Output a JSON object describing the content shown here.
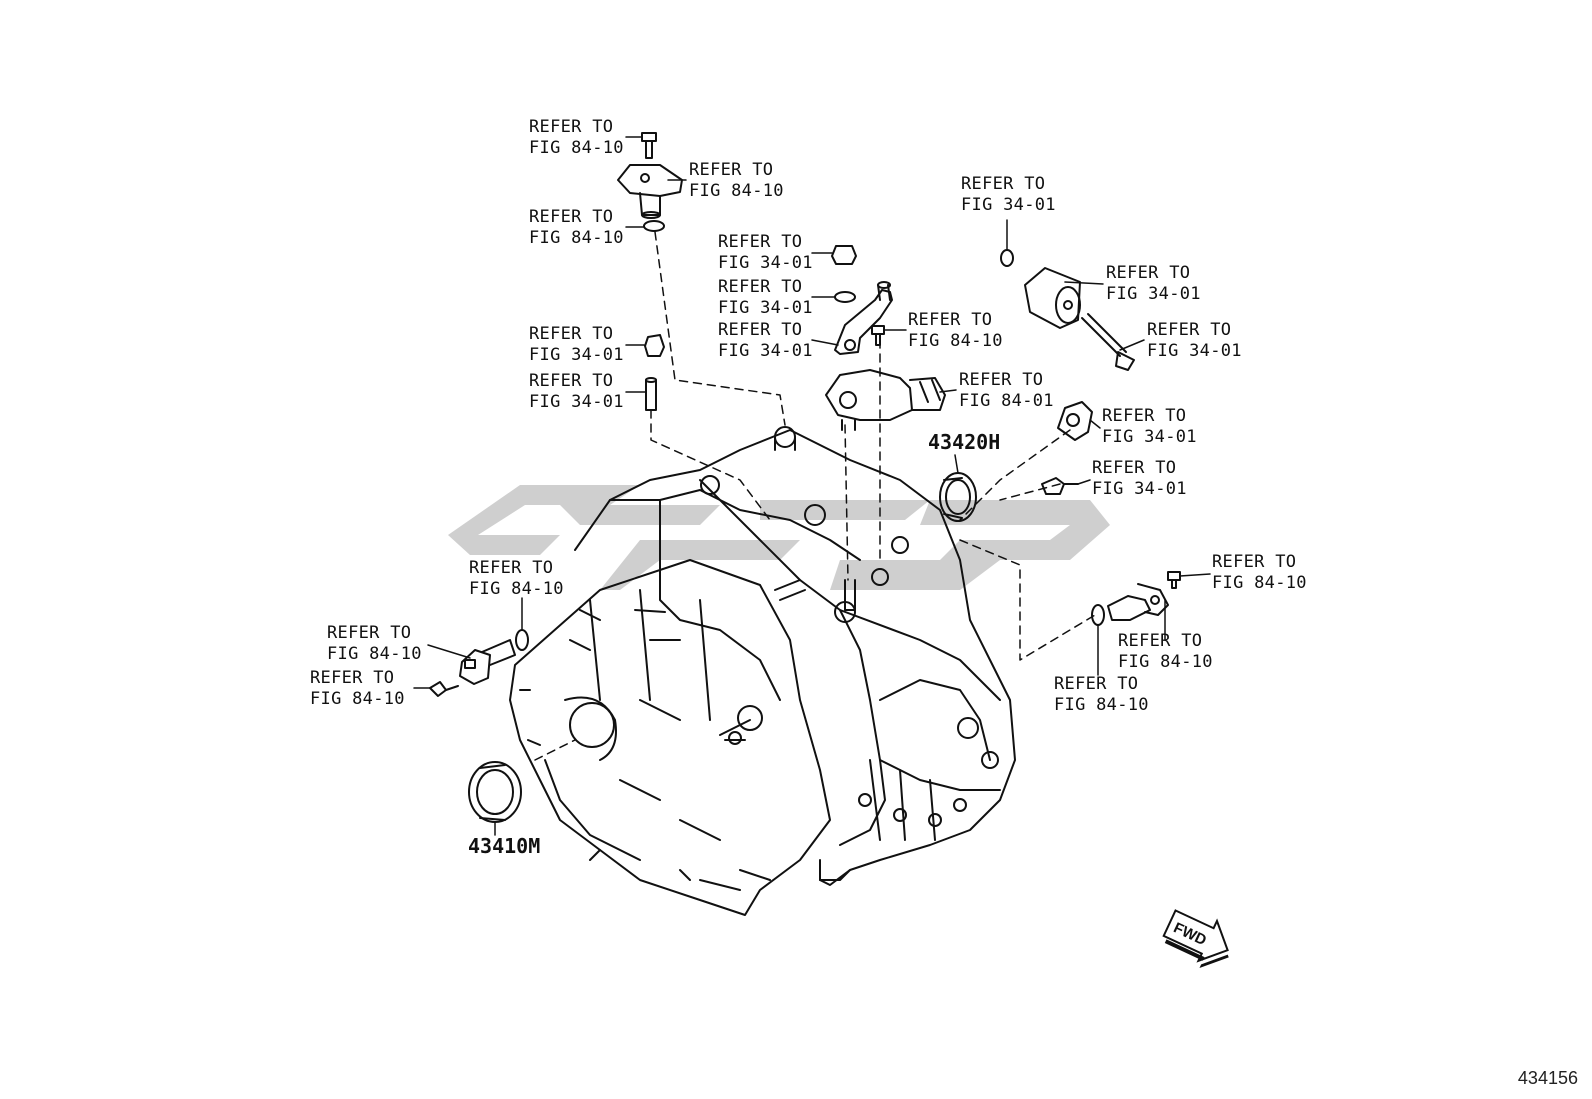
{
  "callouts": [
    {
      "id": "c1",
      "line1": "REFER TO",
      "line2": "FIG 84-10"
    },
    {
      "id": "c2",
      "line1": "REFER TO",
      "line2": "FIG 84-10"
    },
    {
      "id": "c3",
      "line1": "REFER TO",
      "line2": "FIG 84-10"
    },
    {
      "id": "c4",
      "line1": "REFER TO",
      "line2": "FIG 34-01"
    },
    {
      "id": "c5",
      "line1": "REFER TO",
      "line2": "FIG 34-01"
    },
    {
      "id": "c6",
      "line1": "REFER TO",
      "line2": "FIG 34-01"
    },
    {
      "id": "c7",
      "line1": "REFER TO",
      "line2": "FIG 34-01"
    },
    {
      "id": "c8",
      "line1": "REFER TO",
      "line2": "FIG 34-01"
    },
    {
      "id": "c9",
      "line1": "REFER TO",
      "line2": "FIG 34-01"
    },
    {
      "id": "c10",
      "line1": "REFER TO",
      "line2": "FIG 34-01"
    },
    {
      "id": "c11",
      "line1": "REFER TO",
      "line2": "FIG 34-01"
    },
    {
      "id": "c12",
      "line1": "REFER TO",
      "line2": "FIG 84-10"
    },
    {
      "id": "c13",
      "line1": "REFER TO",
      "line2": "FIG 84-01"
    },
    {
      "id": "c14",
      "line1": "REFER TO",
      "line2": "FIG 34-01"
    },
    {
      "id": "c15",
      "line1": "REFER TO",
      "line2": "FIG 34-01"
    },
    {
      "id": "c16",
      "line1": "REFER TO",
      "line2": "FIG 84-10"
    },
    {
      "id": "c17",
      "line1": "REFER TO",
      "line2": "FIG 84-10"
    },
    {
      "id": "c18",
      "line1": "REFER TO",
      "line2": "FIG 84-10"
    },
    {
      "id": "c19",
      "line1": "REFER TO",
      "line2": "FIG 84-10"
    },
    {
      "id": "c20",
      "line1": "REFER TO",
      "line2": "FIG 84-10"
    },
    {
      "id": "c21",
      "line1": "REFER TO",
      "line2": "FIG 84-10"
    }
  ],
  "part_numbers": {
    "front_seal": "43410M",
    "side_seal": "43420H"
  },
  "direction_arrow": {
    "label": "FWD"
  },
  "illustration_id": "434156",
  "colors": {
    "line": "#111111",
    "watermark": "#c8c8c8",
    "background": "#ffffff"
  },
  "icons": {
    "direction": "fwd-arrow-icon"
  }
}
